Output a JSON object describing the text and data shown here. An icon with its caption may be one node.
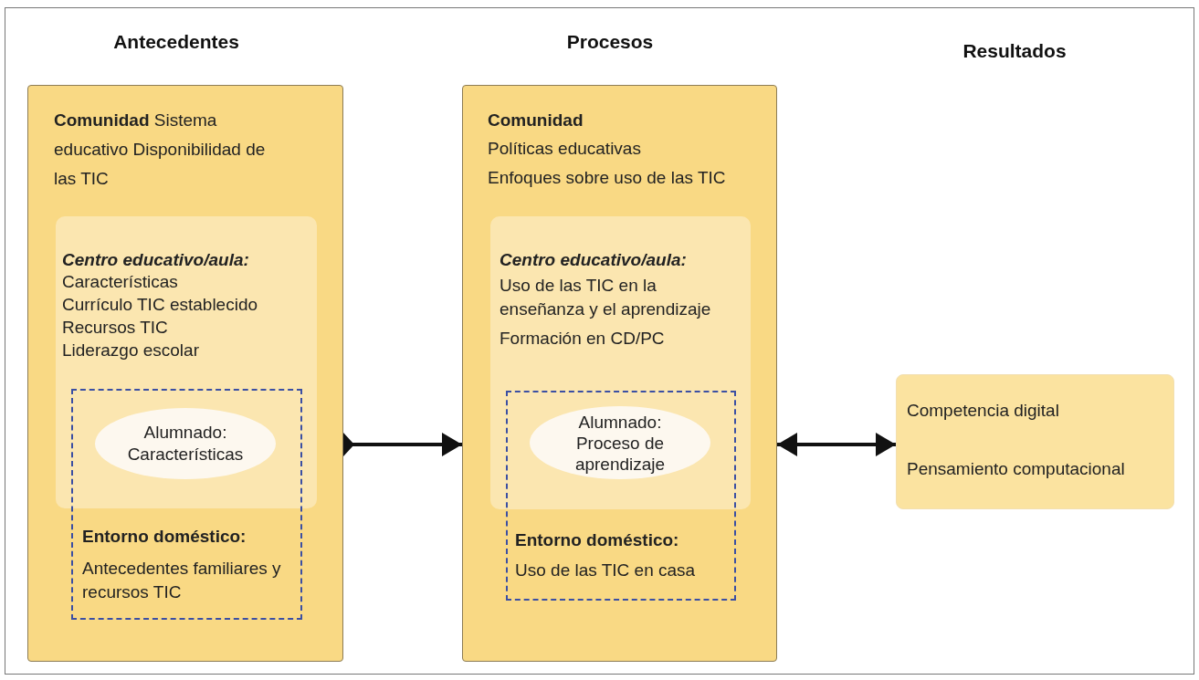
{
  "diagram": {
    "nodes": [
      {
        "text": [
          "**Comunidad** Sistema educativo Disponibilidad de las TIC"
        ]
      },
      {
        "text": [
          "Centro educativo/aula:",
          "Características",
          "Currículo TIC establecido",
          "Recursos TIC",
          "Liderazgo escolar"
        ],
        "in": 0
      },
      {
        "text": [
          "Entorno doméstico:",
          "Antecedentes familiares y recursos TIC"
        ],
        "in": 0
      },
      {
        "text": [
          "Alumnado: Características"
        ]
      },
      {
        "text": [
          "Comunidad",
          "Políticas educativas",
          "Enfoques sobre uso de las TIC"
        ]
      },
      {
        "text": [
          "Centro educativo/aula:",
          "Uso de las TIC en la enseñanza y el aprendizaje",
          "Formación en CD/PC"
        ],
        "in": 4
      },
      {
        "text": [
          "Entorno doméstico:",
          "Uso de las TIC en casa"
        ],
        "in": 4
      },
      {
        "text": [
          "Alumnado: Proceso de aprendizaje"
        ]
      },
      {
        "text": [
          "Competencia digital",
          "Pensamiento computacional"
        ]
      }
    ],
    "edges": [
      {
        "from": 0,
        "to": 4,
        "arrow": "to"
      },
      {
        "from": 4,
        "to": 8,
        "arrow": "both"
      }
    ],
    "labels": [
      "Antecedentes",
      "Procesos",
      "Resultados"
    ]
  }
}
